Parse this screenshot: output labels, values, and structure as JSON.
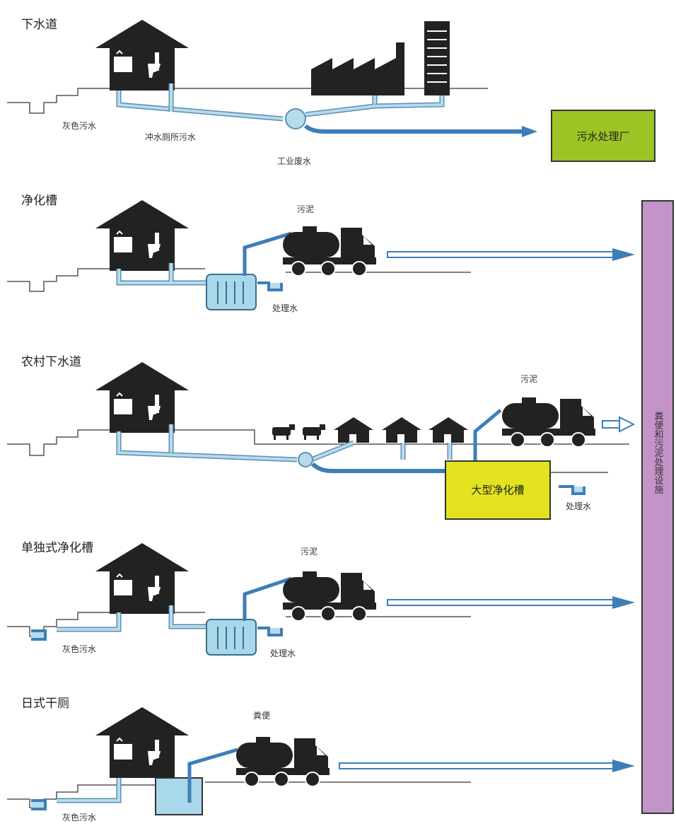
{
  "colors": {
    "house": "#222222",
    "pipe_fill": "#b6dbea",
    "pipe_stroke": "#5a8fb3",
    "tank_fill": "#a9d8ea",
    "arrow": "#3d7eb8",
    "ground": "#555555",
    "treatment_plant": "#9cc424",
    "large_tank": "#e3e31f",
    "facility": "#c394c8"
  },
  "icons": [
    "house-icon",
    "toilet-icon",
    "factory-icon",
    "building-icon",
    "truck-icon",
    "tank-icon",
    "cow-icon",
    "hut-icon",
    "arrow-icon"
  ],
  "sections": {
    "sewer": {
      "title": "下水道",
      "grey_water": "灰色污水",
      "toilet_water": "冲水厕所污水",
      "industrial_water": "工业废水",
      "plant": "污水处理厂"
    },
    "septic": {
      "title": "净化槽",
      "sludge": "污泥",
      "treated": "处理水"
    },
    "rural": {
      "title": "农村下水道",
      "sludge": "污泥",
      "large_tank": "大型净化槽",
      "treated": "处理水"
    },
    "single": {
      "title": "单独式净化槽",
      "sludge": "污泥",
      "grey_water": "灰色污水",
      "treated": "处理水"
    },
    "dry": {
      "title": "日式干厕",
      "feces": "粪便",
      "grey_water": "灰色污水"
    }
  },
  "facility": {
    "label": "粪便和污泥处理设施"
  }
}
